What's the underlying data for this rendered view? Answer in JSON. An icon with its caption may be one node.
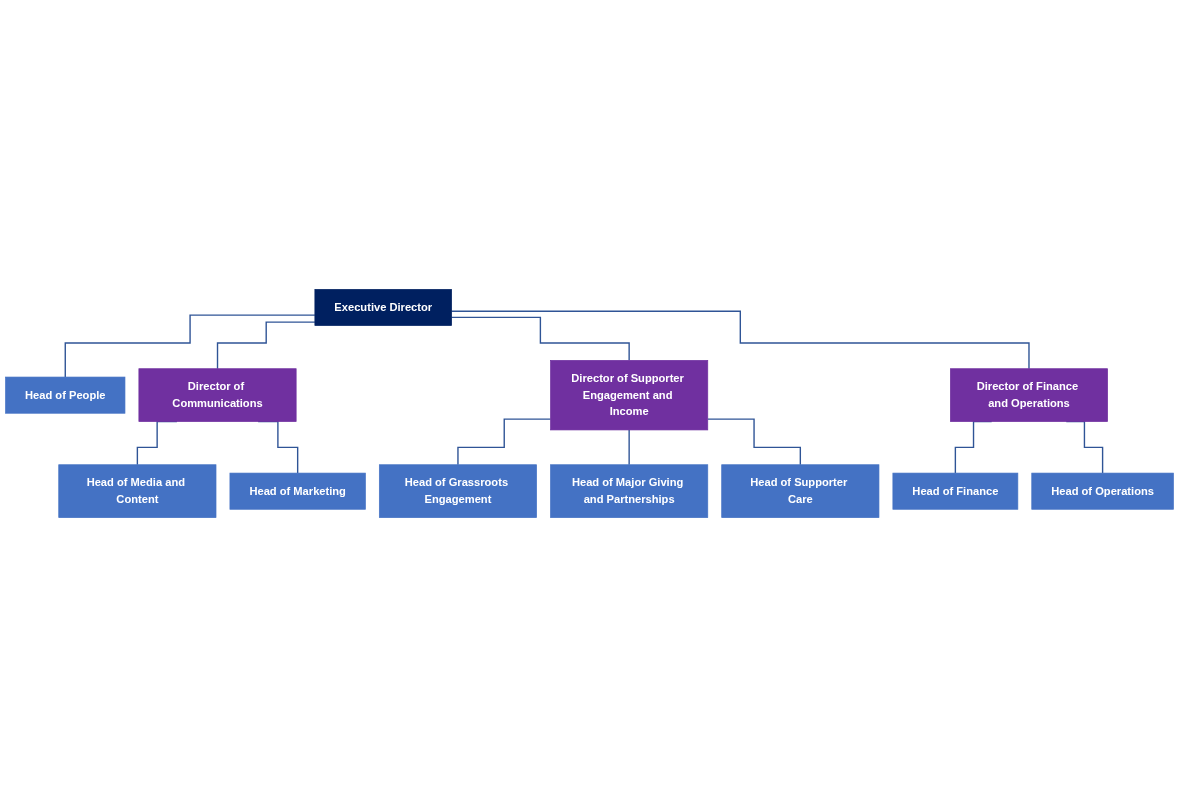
{
  "diagram": {
    "nodes": [
      {
        "text": [
          "Executive Director"
        ]
      },
      {
        "text": [
          "Head of People"
        ]
      },
      {
        "text": [
          "Director of Communications"
        ]
      },
      {
        "text": [
          "Director of Supporter Engagement and Income"
        ]
      },
      {
        "text": [
          "Director of Finance and Operations"
        ]
      },
      {
        "text": [
          "Head of Media and Content"
        ]
      },
      {
        "text": [
          "Head of Marketing"
        ]
      },
      {
        "text": [
          "Head of Grassroots Engagement"
        ]
      },
      {
        "text": [
          "Head of Major Giving and Partnerships"
        ]
      },
      {
        "text": [
          "Head of Supporter Care"
        ]
      },
      {
        "text": [
          "Head of Finance"
        ]
      },
      {
        "text": [
          "Head of Operations"
        ]
      }
    ],
    "edges": [
      {
        "from": 0,
        "to": 1,
        "arrow": "none"
      },
      {
        "from": 0,
        "to": 2,
        "arrow": "none"
      },
      {
        "from": 0,
        "to": 3,
        "arrow": "none"
      },
      {
        "from": 0,
        "to": 4,
        "arrow": "none"
      },
      {
        "from": 2,
        "to": 5,
        "arrow": "none"
      },
      {
        "from": 2,
        "to": 6,
        "arrow": "none"
      },
      {
        "from": 3,
        "to": 7,
        "arrow": "none"
      },
      {
        "from": 3,
        "to": 8,
        "arrow": "none"
      },
      {
        "from": 3,
        "to": 9,
        "arrow": "none"
      },
      {
        "from": 4,
        "to": 10,
        "arrow": "none"
      },
      {
        "from": 4,
        "to": 11,
        "arrow": "none"
      }
    ]
  }
}
